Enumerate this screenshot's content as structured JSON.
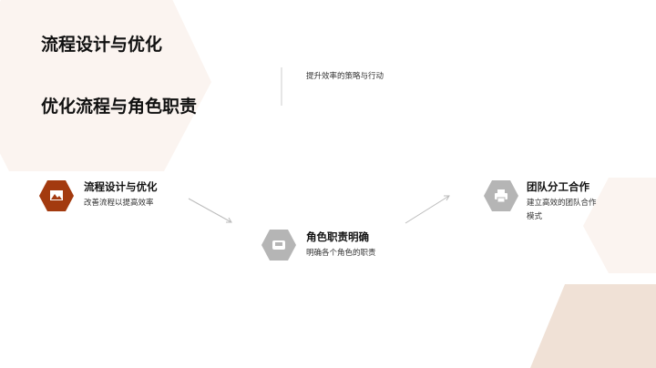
{
  "title": "流程设计与优化",
  "subtitle": "优化流程与角色职责",
  "tagline": "提升效率的策略与行动",
  "colors": {
    "accent": "#a33a0f",
    "inactive": "#b5b5b5",
    "bg_shape": "#fbf4f0",
    "bg_shape_dark": "#f0e1d6"
  },
  "items": [
    {
      "title": "流程设计与优化",
      "desc": "改善流程以提高效率",
      "icon": "image-icon",
      "active": true
    },
    {
      "title": "角色职责明确",
      "desc": "明确各个角色的职责",
      "icon": "sofa-icon",
      "active": false
    },
    {
      "title": "团队分工合作",
      "desc": "建立高效的团队合作",
      "desc2": "模式",
      "icon": "printer-icon",
      "active": false
    }
  ]
}
